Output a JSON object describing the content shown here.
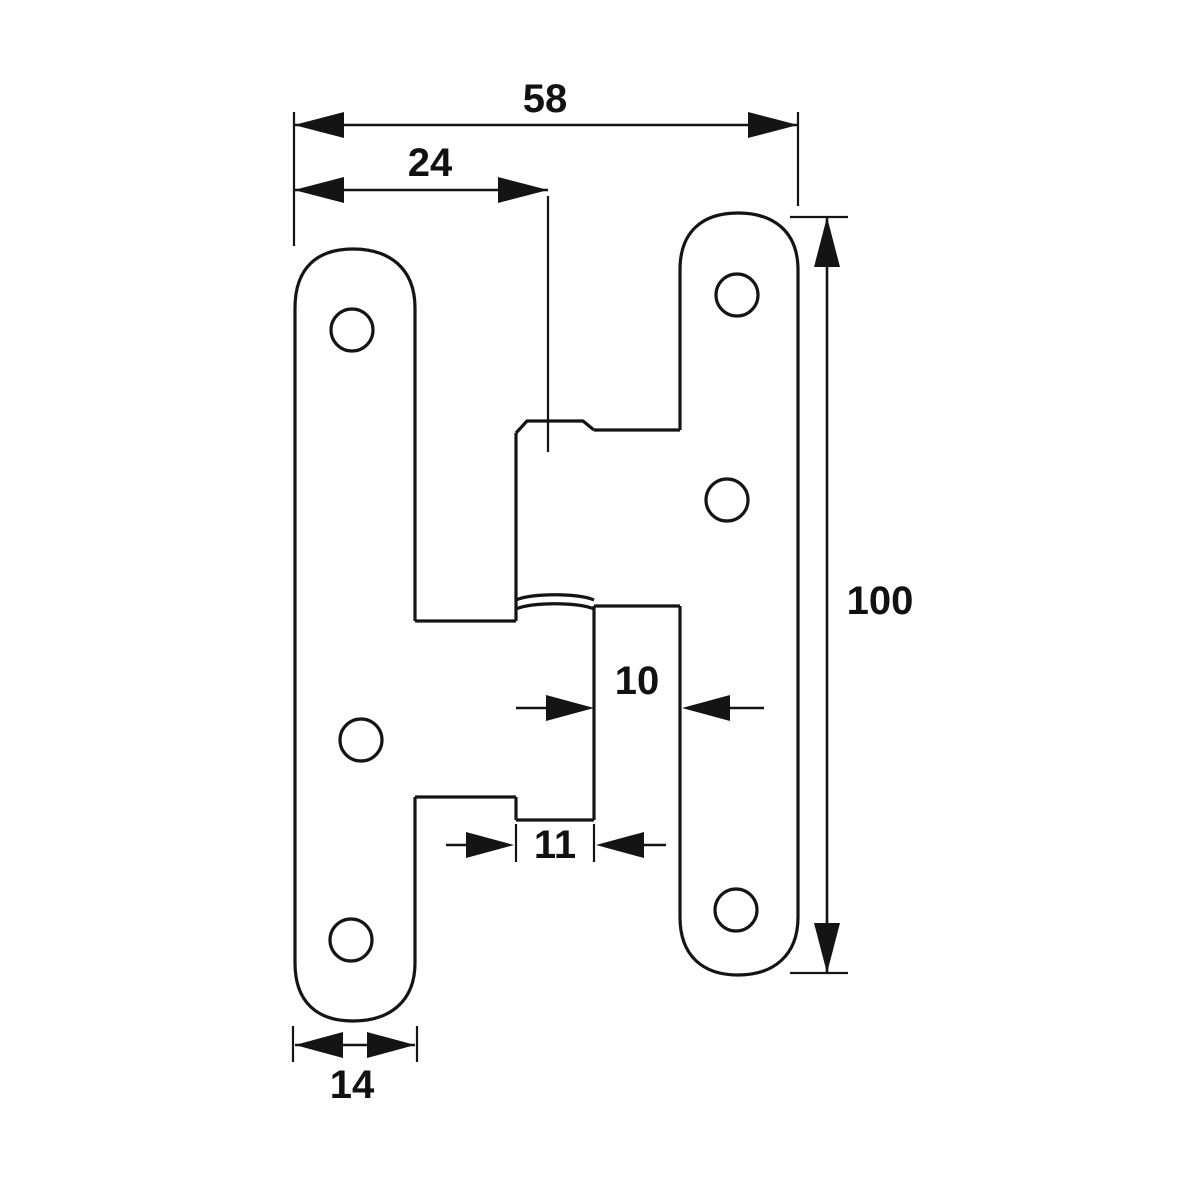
{
  "dimensions": {
    "total_width": "58",
    "left_edge_to_pin_center": "24",
    "plate_height": "100",
    "pin_gap": "10",
    "knuckle_width": "11",
    "leaf_width": "14"
  }
}
